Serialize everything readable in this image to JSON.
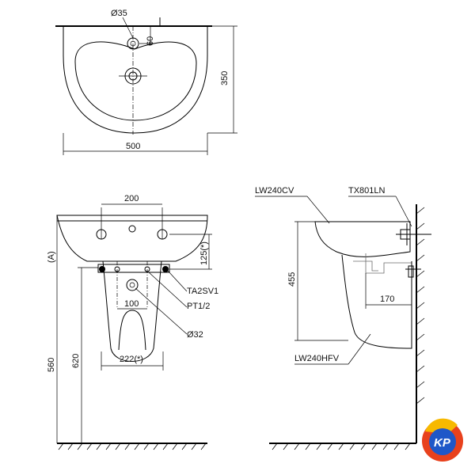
{
  "top_view": {
    "dim_hole": "Ø35",
    "dim_60": "60",
    "dim_350": "350",
    "dim_500": "500"
  },
  "front_view": {
    "dim_200": "200",
    "dim_125": "125(*)",
    "label_A": "(A)",
    "dim_100": "100",
    "dim_222": "222(*)",
    "dim_560": "560",
    "dim_620": "620",
    "callout_ta2sv1": "TA2SV1",
    "callout_pt12": "PT1/2",
    "callout_d32": "Ø32"
  },
  "side_view": {
    "label_lw240cv": "LW240CV",
    "label_tx801ln": "TX801LN",
    "dim_455": "455",
    "dim_170": "170",
    "label_lw240hfv": "LW240HFV"
  },
  "logo": {
    "text": "KP",
    "colors": {
      "ring": "#e8411d",
      "accent": "#f7b900",
      "core": "#1f57c8"
    }
  }
}
